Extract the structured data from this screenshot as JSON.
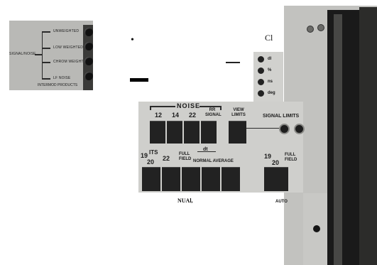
{
  "inset": {
    "bracket_label": "SIGNAL/NOISE",
    "rows": [
      "UNWEIGHTED",
      "LOW WEIGHTED",
      "CHROM WEIGHTED",
      "LF NOISE"
    ],
    "bottom_label": "INTERMOD PRODUCTS"
  },
  "marks": {
    "dot": "•",
    "cl": "Cl"
  },
  "indicators": [
    "dl",
    "% ",
    "ns",
    "deg"
  ],
  "panel": {
    "noise_heading": "NOISE",
    "noise_cols": [
      "12",
      "14",
      "22",
      "RR SIGNAL"
    ],
    "view_limits": "VIEW LIMITS",
    "signal_limits": "SIGNAL LIMITS",
    "its_label": "ITS",
    "its_nums": [
      "19",
      "20",
      "22"
    ],
    "full_field": "FULL FIELD",
    "dt_label": "dt",
    "normal_average": "NORMAL AVERAGE",
    "auto_nums": [
      "19",
      "20"
    ],
    "full_field_2": "FULL FIELD"
  },
  "captions": {
    "manual": "NUAl,",
    "auto": "AUTO"
  }
}
